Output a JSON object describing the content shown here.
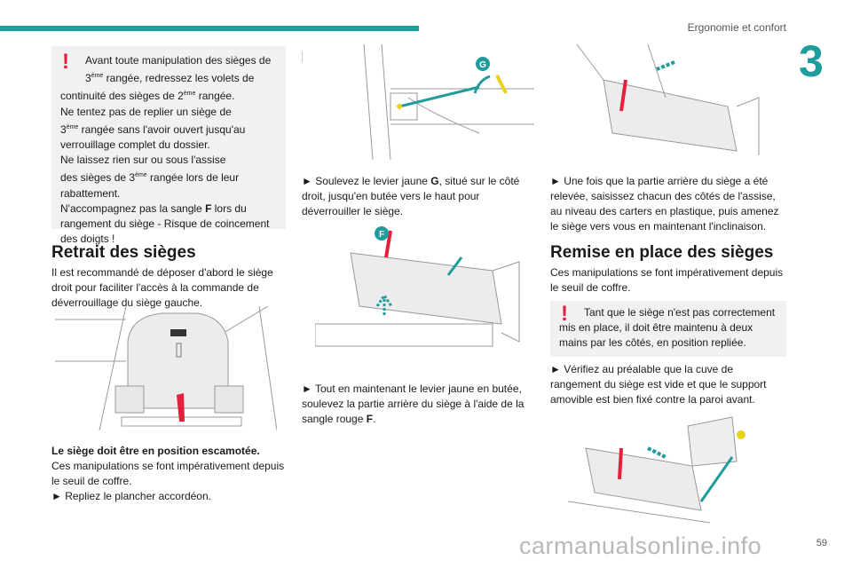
{
  "header": {
    "chapter_title": "Ergonomie et confort",
    "chapter_number": "3",
    "accent": "#1f9c9c"
  },
  "left": {
    "warning": {
      "mark": "!",
      "lines": [
        "Avant toute manipulation des sièges de",
        "3",
        "ème",
        " rangée, redressez les volets de",
        "continuité des sièges de 2",
        "ème",
        " rangée.",
        "Ne tentez pas de replier un siège de",
        "3",
        "ème",
        " rangée sans l'avoir ouvert jusqu'au",
        "verrouillage complet du dossier.",
        "Ne laissez rien sur ou sous l'assise",
        "des sièges de 3",
        "ème",
        " rangée lors de leur",
        "rabattement.",
        "N'accompagnez pas la sangle ",
        "F",
        " lors du",
        "rangement du siège - Risque de coincement",
        "des doigts !"
      ]
    },
    "heading": "Retrait des sièges",
    "intro": "Il est recommandé de déposer d'abord le siège droit pour faciliter l'accès à la commande de déverrouillage du siège gauche.",
    "bold_note": "Le siège doit être en position escamotée.",
    "text": "Ces manipulations se font impérativement depuis le seuil de coffre.",
    "step": "► Repliez le plancher accordéon."
  },
  "middle": {
    "label_g": "G",
    "step1_a": "► Soulevez le levier jaune ",
    "step1_b": "G",
    "step1_c": ", situé sur le côté droit, jusqu'en butée vers le haut pour déverrouiller le siège.",
    "label_f": "F",
    "step2_a": "► Tout en maintenant le levier jaune en butée, soulevez la partie arrière du siège à l'aide de la sangle rouge ",
    "step2_b": "F",
    "step2_c": "."
  },
  "right": {
    "step1": "► Une fois que la partie arrière du siège a été relevée, saisissez chacun des côtés de l'assise, au niveau des carters en plastique, puis amenez le siège vers vous en maintenant l'inclinaison.",
    "heading": "Remise en place des sièges",
    "text": "Ces manipulations se font impérativement depuis le seuil de coffre.",
    "warning": {
      "mark": "!",
      "text": "Tant que le siège n'est pas correctement mis en place, il doit être maintenu à deux mains par les côtés, en position repliée."
    },
    "step2": "► Vérifiez au préalable que la cuve de rangement du siège est vide et que le support amovible est bien fixé contre la paroi avant."
  },
  "footer": {
    "page_number": "59",
    "watermark": "carmanualsonline.info"
  }
}
